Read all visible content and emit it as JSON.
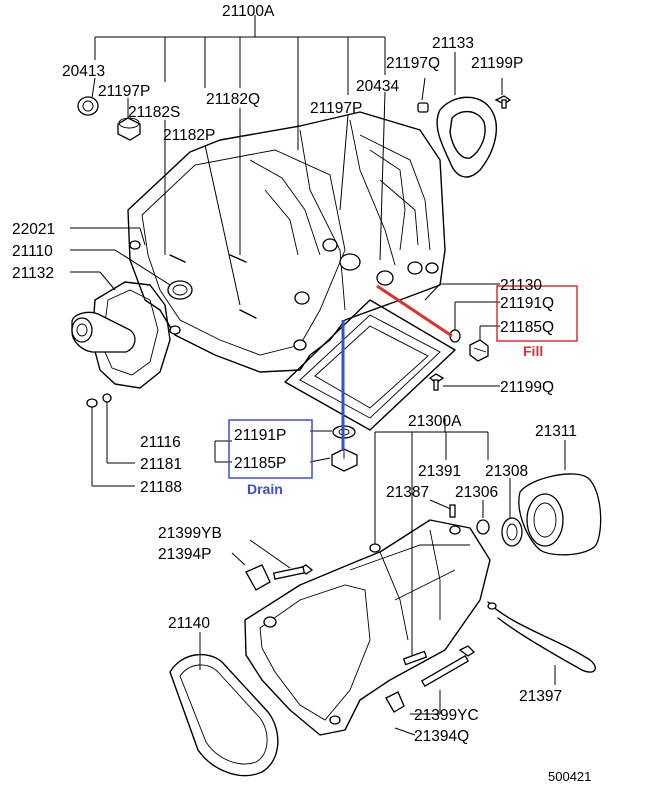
{
  "callouts": {
    "c21100A": "21100A",
    "c20413": "20413",
    "c21197P_top": "21197P",
    "c21182S": "21182S",
    "c21182Q": "21182Q",
    "c21182P": "21182P",
    "c21197P_mid": "21197P",
    "c20434": "20434",
    "c21197Q": "21197Q",
    "c21133": "21133",
    "c21199P": "21199P",
    "c22021": "22021",
    "c21110": "21110",
    "c21132": "21132",
    "c21130": "21130",
    "c21191Q": "21191Q",
    "c21185Q": "21185Q",
    "c21199Q": "21199Q",
    "c21116": "21116",
    "c21181": "21181",
    "c21188": "21188",
    "c21191P": "21191P",
    "c21185P": "21185P",
    "c21300A": "21300A",
    "c21311": "21311",
    "c21391": "21391",
    "c21308": "21308",
    "c21387": "21387",
    "c21306": "21306",
    "c21399YB": "21399YB",
    "c21394P": "21394P",
    "c21140": "21140",
    "c21397": "21397",
    "c21399YC": "21399YC",
    "c21394Q": "21394Q",
    "c500421": "500421"
  },
  "annotations": {
    "drain": "Drain",
    "fill": "Fill"
  },
  "colors": {
    "drain_highlight": "#3a4fd0",
    "fill_highlight": "#e03030",
    "line": "#000000",
    "background": "#ffffff"
  }
}
